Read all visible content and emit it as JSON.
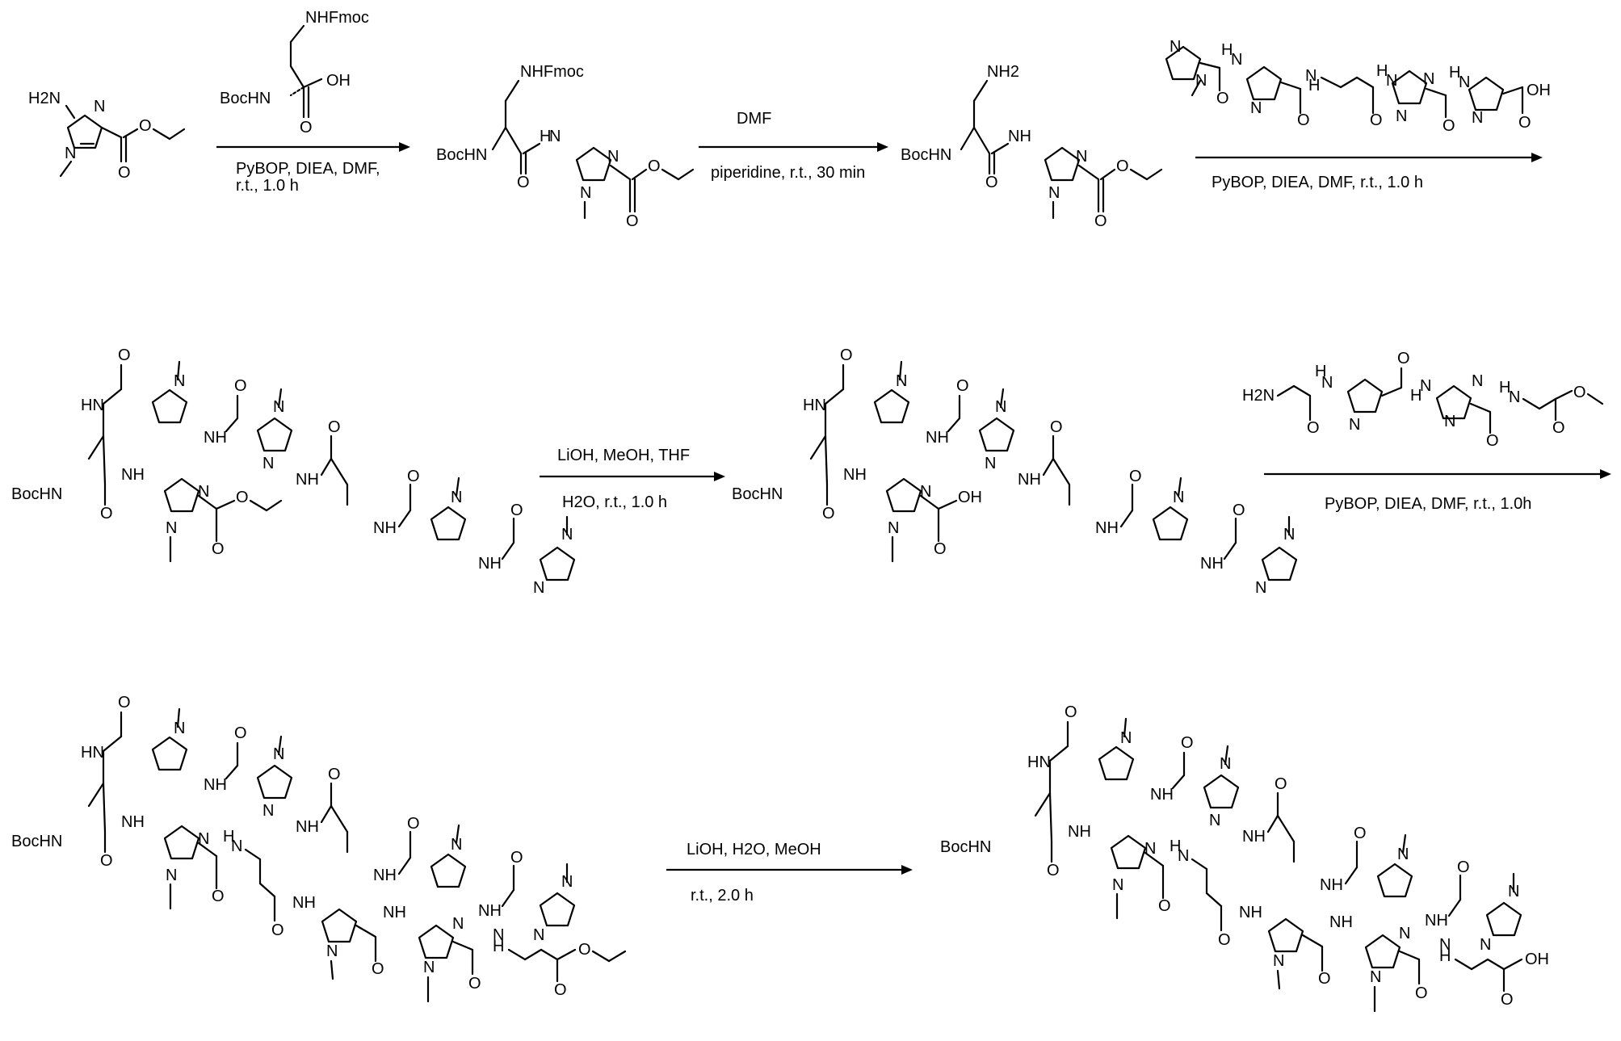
{
  "row1": {
    "sm_labels": {
      "amine": "H2N",
      "n_ring": "N",
      "n_methyl": "N",
      "o_carbonyl": "O",
      "o_ester": "O"
    },
    "reagent1": {
      "fmoc": "NHFmoc",
      "boc": "BocHN",
      "oh": "OH",
      "o": "O"
    },
    "arrow1": {
      "conditions": [
        "PyBOP, DIEA, DMF,",
        "r.t., 1.0 h"
      ]
    },
    "product1": {
      "fmoc": "NHFmoc",
      "boc": "BocHN",
      "nh": "NH",
      "o": "O",
      "n": "N"
    },
    "arrow2": {
      "above": "DMF",
      "below": "piperidine, r.t., 30 min"
    },
    "product2": {
      "amine": "NH2",
      "boc": "BocHN",
      "nh": "NH",
      "o": "O",
      "n": "N"
    },
    "reagent3": {
      "oh": "OH",
      "h": "H",
      "n": "N",
      "o": "O"
    },
    "arrow3": {
      "below": "PyBOP, DIEA, DMF, r.t., 1.0 h"
    }
  },
  "row2": {
    "arrow4": {
      "above": "LiOH, MeOH, THF",
      "below": "H2O, r.t., 1.0 h"
    },
    "reagent5": {
      "amine": "H2N",
      "h": "H",
      "n": "N",
      "o": "O"
    },
    "arrow5": {
      "below": "PyBOP, DIEA, DMF, r.t., 1.0h"
    },
    "labels": {
      "boc": "BocHN",
      "hn": "HN",
      "nh": "NH",
      "oh": "OH",
      "o": "O",
      "n": "N",
      "h": "H"
    }
  },
  "row3": {
    "arrow6": {
      "above": "LiOH, H2O, MeOH",
      "below": "r.t., 2.0 h"
    },
    "labels": {
      "boc": "BocHN",
      "hn": "HN",
      "nh": "NH",
      "oh": "OH",
      "o": "O",
      "n": "N",
      "h": "H"
    }
  }
}
